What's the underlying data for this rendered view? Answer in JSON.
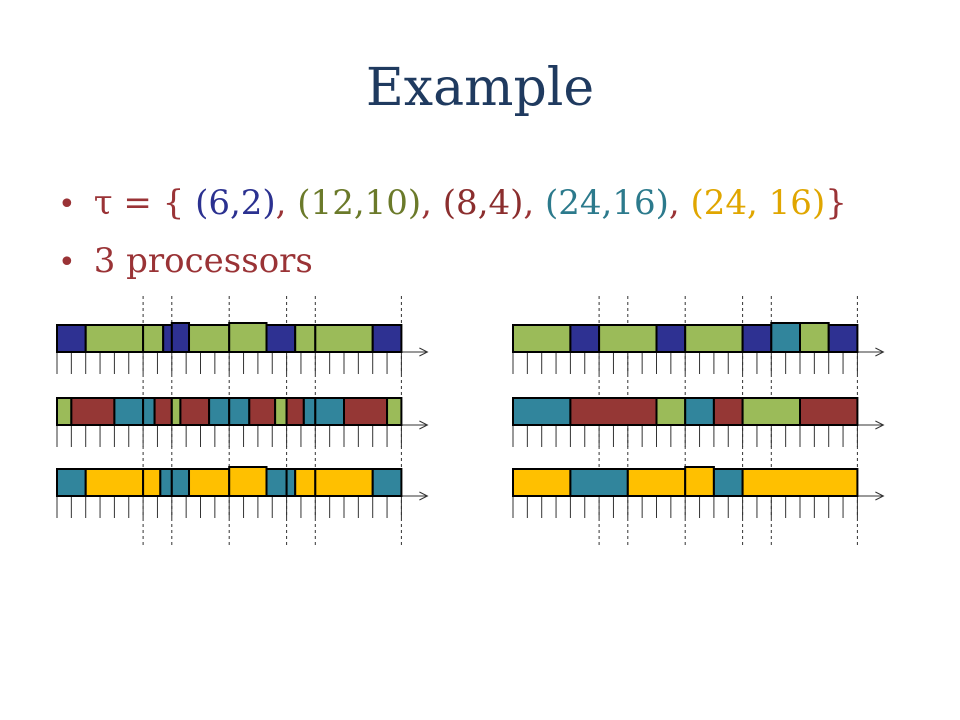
{
  "title": "Example",
  "bullets": {
    "tau": {
      "prefix": "τ = { ",
      "tasks": [
        {
          "text": "(6,2)",
          "color": "#2b3190",
          "hatched": "#2e3192"
        },
        {
          "text": "(12,10)",
          "color": "#6b7a2a",
          "hatched": "#9bbb59"
        },
        {
          "text": "(8,4)",
          "color": "#8b2e2e",
          "hatched": "#953735"
        },
        {
          "text": "(24,16)",
          "color": "#2c7a8c",
          "hatched": "#31859c"
        },
        {
          "text": "(24, 16)",
          "color": "#e0a600",
          "hatched": "#ffc000"
        }
      ],
      "separator": ", ",
      "suffix": "}"
    },
    "processors": "3 processors"
  },
  "colors": {
    "task1": "#2e3192",
    "task2": "#9bbb59",
    "task3": "#953735",
    "task4": "#31859c",
    "task5": "#ffc000"
  },
  "schedule": {
    "unit_time": 1,
    "horizon": 24,
    "left": {
      "dashed_times": [
        3,
        4,
        6,
        8,
        9,
        12
      ],
      "processors": [
        [
          {
            "task": 1,
            "start": 0,
            "end": 1
          },
          {
            "task": 2,
            "start": 1,
            "end": 3
          },
          {
            "task": 2,
            "start": 3,
            "end": 3.7
          },
          {
            "task": 1,
            "start": 3.7,
            "end": 4.3
          },
          {
            "task": 1,
            "start": 4,
            "end": 4.6,
            "raised": true
          },
          {
            "task": 2,
            "start": 4.6,
            "end": 6
          },
          {
            "task": 2,
            "start": 6,
            "end": 7.3,
            "raised": true
          },
          {
            "task": 1,
            "start": 7.3,
            "end": 8.3
          },
          {
            "task": 2,
            "start": 8.3,
            "end": 9
          },
          {
            "task": 2,
            "start": 9,
            "end": 11
          },
          {
            "task": 1,
            "start": 11,
            "end": 12
          }
        ],
        [
          {
            "task": 2,
            "start": 0,
            "end": 0.5
          },
          {
            "task": 3,
            "start": 0.5,
            "end": 2
          },
          {
            "task": 4,
            "start": 2,
            "end": 3
          },
          {
            "task": 4,
            "start": 3,
            "end": 3.4
          },
          {
            "task": 3,
            "start": 3.4,
            "end": 4
          },
          {
            "task": 2,
            "start": 4,
            "end": 4.3
          },
          {
            "task": 3,
            "start": 4.3,
            "end": 5.3
          },
          {
            "task": 4,
            "start": 5.3,
            "end": 6
          },
          {
            "task": 4,
            "start": 6,
            "end": 6.7
          },
          {
            "task": 3,
            "start": 6.7,
            "end": 7.6
          },
          {
            "task": 2,
            "start": 7.6,
            "end": 8
          },
          {
            "task": 3,
            "start": 8,
            "end": 8.6
          },
          {
            "task": 4,
            "start": 8.6,
            "end": 9
          },
          {
            "task": 4,
            "start": 9,
            "end": 10
          },
          {
            "task": 3,
            "start": 10,
            "end": 11.5
          },
          {
            "task": 2,
            "start": 11.5,
            "end": 12
          }
        ],
        [
          {
            "task": 4,
            "start": 0,
            "end": 1
          },
          {
            "task": 5,
            "start": 1,
            "end": 3
          },
          {
            "task": 5,
            "start": 3,
            "end": 3.6
          },
          {
            "task": 4,
            "start": 3.6,
            "end": 4
          },
          {
            "task": 4,
            "start": 4,
            "end": 4.6
          },
          {
            "task": 5,
            "start": 4.6,
            "end": 6
          },
          {
            "task": 5,
            "start": 6,
            "end": 7.3,
            "raised": true
          },
          {
            "task": 4,
            "start": 7.3,
            "end": 8
          },
          {
            "task": 4,
            "start": 8,
            "end": 8.3
          },
          {
            "task": 5,
            "start": 8.3,
            "end": 9
          },
          {
            "task": 5,
            "start": 9,
            "end": 11
          },
          {
            "task": 4,
            "start": 11,
            "end": 12
          }
        ]
      ]
    },
    "right": {
      "dashed_times": [
        3,
        4,
        6,
        8,
        9,
        12
      ],
      "processors": [
        [
          {
            "task": 2,
            "start": 0,
            "end": 2
          },
          {
            "task": 1,
            "start": 2,
            "end": 3
          },
          {
            "task": 2,
            "start": 3,
            "end": 5
          },
          {
            "task": 1,
            "start": 5,
            "end": 6
          },
          {
            "task": 2,
            "start": 6,
            "end": 8
          },
          {
            "task": 1,
            "start": 8,
            "end": 9
          },
          {
            "task": 4,
            "start": 9,
            "end": 10,
            "raised": true
          },
          {
            "task": 2,
            "start": 10,
            "end": 11,
            "raised": true
          },
          {
            "task": 1,
            "start": 11,
            "end": 12
          }
        ],
        [
          {
            "task": 4,
            "start": 0,
            "end": 2
          },
          {
            "task": 3,
            "start": 2,
            "end": 5
          },
          {
            "task": 2,
            "start": 5,
            "end": 6
          },
          {
            "task": 4,
            "start": 6,
            "end": 7
          },
          {
            "task": 3,
            "start": 7,
            "end": 8
          },
          {
            "task": 2,
            "start": 8,
            "end": 10
          },
          {
            "task": 3,
            "start": 10,
            "end": 12
          }
        ],
        [
          {
            "task": 5,
            "start": 0,
            "end": 2
          },
          {
            "task": 4,
            "start": 2,
            "end": 4
          },
          {
            "task": 5,
            "start": 4,
            "end": 6
          },
          {
            "task": 5,
            "start": 6,
            "end": 7,
            "raised": true
          },
          {
            "task": 4,
            "start": 7,
            "end": 8
          },
          {
            "task": 5,
            "start": 8,
            "end": 12
          }
        ]
      ]
    }
  }
}
